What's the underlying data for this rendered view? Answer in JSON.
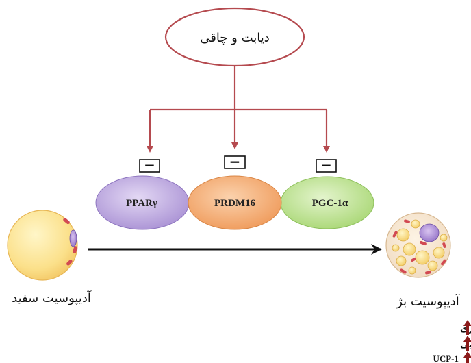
{
  "top_oval": {
    "label": "دیابت و چاقی"
  },
  "inhibit_symbol": "−",
  "factors": [
    {
      "label": "PPARγ"
    },
    {
      "label": "PRDM16"
    },
    {
      "label": "PGC-1α"
    }
  ],
  "white_cell": {
    "label": "آدیپوسیت سفید"
  },
  "brown_cell": {
    "label": "آدیپوسیت بژ"
  },
  "outcomes": [
    {
      "label": "تعداد میتوکندری"
    },
    {
      "label": "تعداد واکوئل چربی"
    },
    {
      "label": "UCP-1"
    }
  ],
  "colors": {
    "arrow_red": "#b54a4f",
    "oval_stroke": "#b54a4f",
    "ppar_fill": "#c9b6e6",
    "prdm_fill": "#f6b27a",
    "pgc_fill": "#c8e79e",
    "up_arrow": "#8b1a1a"
  }
}
